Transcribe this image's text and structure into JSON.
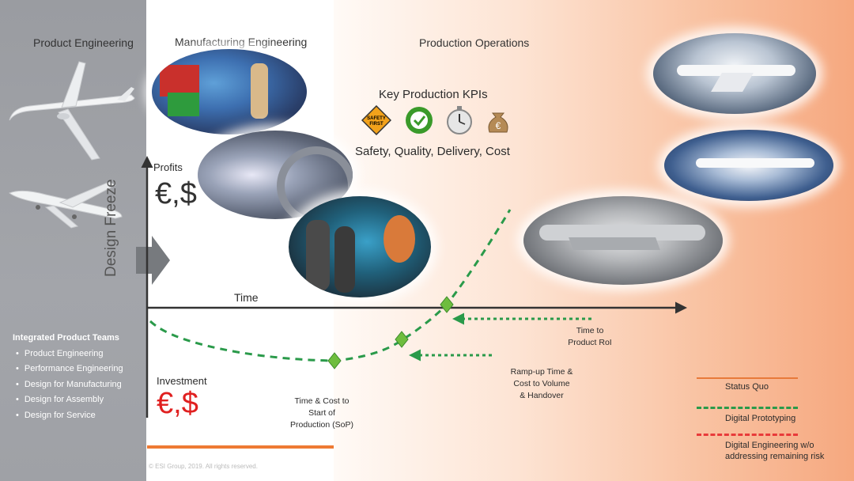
{
  "sections": {
    "product_engineering": "Product Engineering",
    "manufacturing_engineering": "Manufacturing Engineering",
    "production_operations": "Production Operations"
  },
  "kpis": {
    "title": "Key Production KPIs",
    "subtitle": "Safety, Quality, Delivery, Cost",
    "icons": [
      {
        "name": "safety-first-icon",
        "text": "SAFETY FIRST",
        "color": "#f2a21b"
      },
      {
        "name": "quality-assurance-icon",
        "text": "QUALITY ASSURANCE",
        "color": "#3a9a2a"
      },
      {
        "name": "stopwatch-icon",
        "text": "",
        "color": "#c8c8c8"
      },
      {
        "name": "money-bag-icon",
        "text": "€",
        "color": "#b58a55"
      }
    ]
  },
  "axes": {
    "profits_label": "Profits",
    "profits_currency": "€,$",
    "investment_label": "Investment",
    "investment_currency": "€,$",
    "time_label": "Time",
    "design_freeze": "Design Freeze"
  },
  "annotations": {
    "time_cost_sop": [
      "Time & Cost to",
      "Start of",
      "Production (SoP)"
    ],
    "ramp_up": [
      "Ramp-up Time &",
      "Cost to Volume",
      "& Handover"
    ],
    "time_to_roi": [
      "Time to",
      "Product RoI"
    ]
  },
  "integrated_teams": {
    "title": "Integrated Product Teams",
    "items": [
      "Product Engineering",
      "Performance Engineering",
      "Design for Manufacturing",
      "Design for Assembly",
      "Design for Service"
    ]
  },
  "legend": [
    {
      "label": "Status Quo",
      "color": "#e87a3a",
      "style": "solid"
    },
    {
      "label": "Digital Prototyping",
      "color": "#2a9a4a",
      "style": "dashed"
    },
    {
      "label": "Digital Engineering w/o addressing remaining risk",
      "color": "#e83a3a",
      "style": "dashed"
    }
  ],
  "colors": {
    "accent_green": "#2a9a4a",
    "accent_orange": "#ee7a33",
    "accent_red": "#e02020",
    "axis": "#333333"
  },
  "copyright": "© ESI Group, 2019. All rights reserved."
}
